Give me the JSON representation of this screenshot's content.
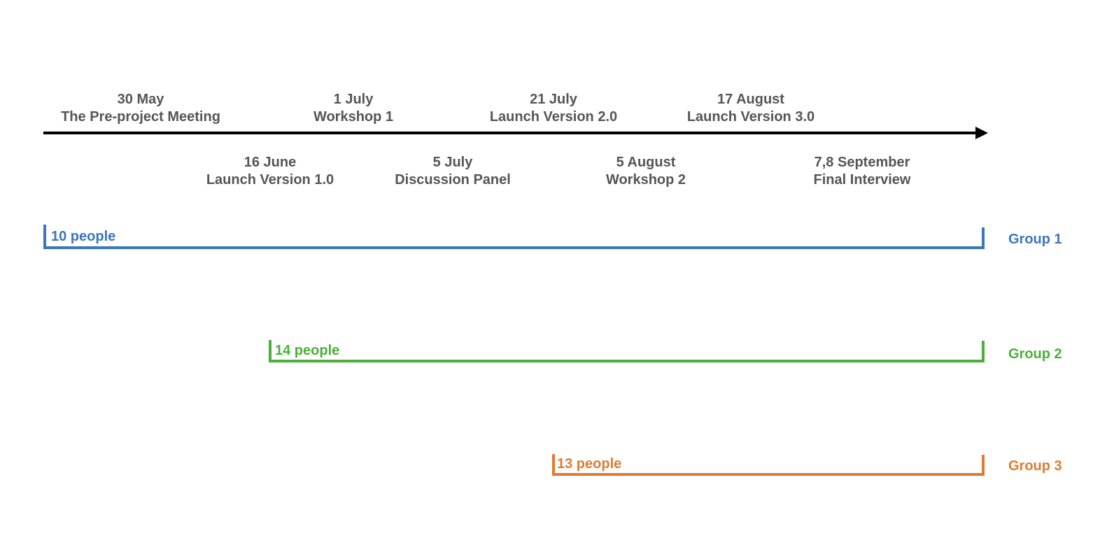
{
  "events_above": [
    {
      "date": "30 May",
      "label": "The Pre-project Meeting"
    },
    {
      "date": "1 July",
      "label": "Workshop 1"
    },
    {
      "date": "21 July",
      "label": "Launch Version 2.0"
    },
    {
      "date": "17 August",
      "label": "Launch Version 3.0"
    }
  ],
  "events_below": [
    {
      "date": "16 June",
      "label": "Launch Version 1.0"
    },
    {
      "date": "5 July",
      "label": "Discussion Panel"
    },
    {
      "date": "5 August",
      "label": "Workshop 2"
    },
    {
      "date": "7,8 September",
      "label": "Final Interview"
    }
  ],
  "groups": [
    {
      "name": "Group 1",
      "count_label": "10 people",
      "start": "30 May",
      "end": "7,8 September",
      "color": "#3a76bf"
    },
    {
      "name": "Group 2",
      "count_label": "14 people",
      "start": "16 June",
      "end": "7,8 September",
      "color": "#4caf3a"
    },
    {
      "name": "Group 3",
      "count_label": "13 people",
      "start": "21 July",
      "end": "7,8 September",
      "color": "#e07b30"
    }
  ],
  "colors": {
    "axis": "#000000",
    "event_text": "#555555"
  }
}
